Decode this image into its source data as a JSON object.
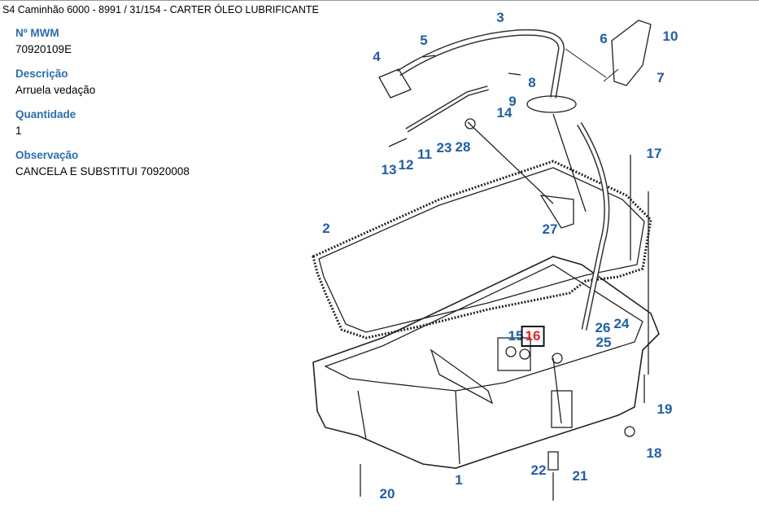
{
  "breadcrumb": "S4 Caminhão 6000 - 8991  /  31/154 - CARTER ÓLEO LUBRIFICANTE",
  "part": {
    "mwm_label": "Nº MWM",
    "mwm_value": "70920109E",
    "desc_label": "Descrição",
    "desc_value": "Arruela vedação",
    "qty_label": "Quantidade",
    "qty_value": "1",
    "obs_label": "Observação",
    "obs_value": "CANCELA E SUBSTITUI 70920008"
  },
  "diagram": {
    "selected": "16",
    "colors": {
      "label": "#1f5fa8",
      "selected": "#e8202a"
    },
    "labels": [
      "3",
      "5",
      "6",
      "10",
      "4",
      "8",
      "7",
      "9",
      "14",
      "28",
      "23",
      "11",
      "12",
      "13",
      "17",
      "2",
      "27",
      "26",
      "24",
      "15",
      "16",
      "25",
      "19",
      "18",
      "1",
      "22",
      "21",
      "20"
    ]
  }
}
